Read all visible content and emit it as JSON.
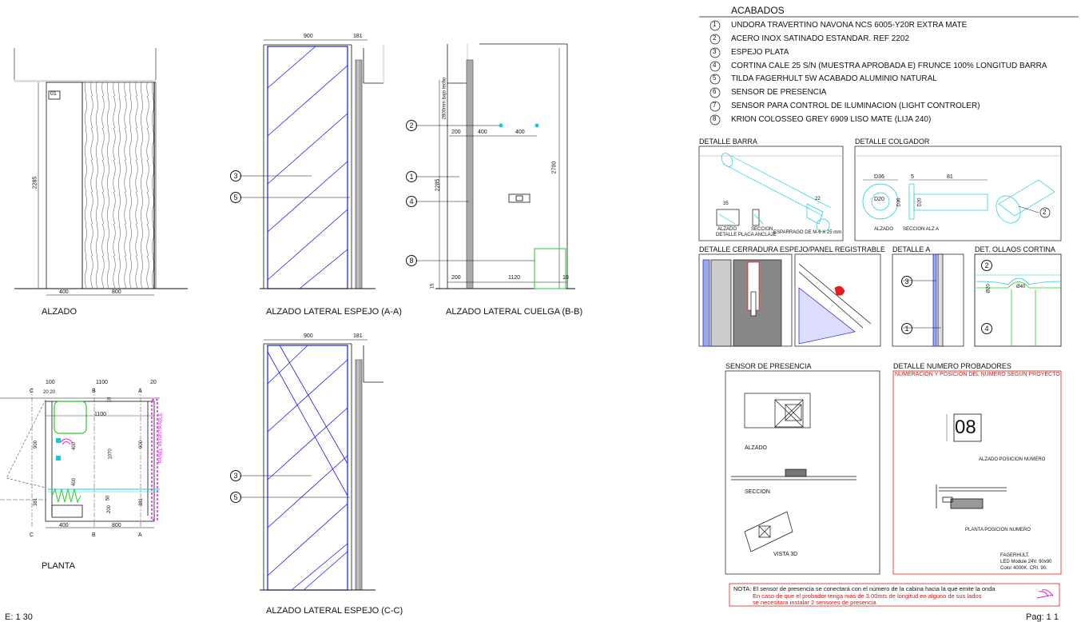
{
  "sheet": {
    "scale": "E: 1 30",
    "page": "Pag: 1 1"
  },
  "views": {
    "alzado": "ALZADO",
    "lateral_espejo_aa": "ALZADO LATERAL ESPEJO (A-A)",
    "lateral_cuelga_bb": "ALZADO LATERAL CUELGA (B-B)",
    "planta": "PLANTA",
    "lateral_espejo_cc": "ALZADO LATERAL ESPEJO (C-C)"
  },
  "dimensions": {
    "alzado": {
      "height": "2285",
      "w1": "400",
      "w2": "800",
      "tag": "01"
    },
    "aa": {
      "w1": "900",
      "w2": "181"
    },
    "bb": {
      "h1": "2285",
      "h2": "2700",
      "d200": "200",
      "d400": "400",
      "d400b": "400",
      "b200": "200",
      "b1120": "1120",
      "b10": "10",
      "b15": "15",
      "vtext": "2800mm bajo techo"
    },
    "cc": {
      "w1": "900",
      "w2": "181"
    },
    "planta": {
      "t100": "100",
      "t1100": "1100",
      "t20": "20",
      "t2020": "20 20",
      "i1100": "1100",
      "l900": "900",
      "l381": "381",
      "c400": "400",
      "c400b": "400",
      "c1070": "1070",
      "c200": "200",
      "c50": "50",
      "r900": "900",
      "r381": "381",
      "r10": "10",
      "b400": "400",
      "b800": "800",
      "secC": "C",
      "secB": "B",
      "secA": "A",
      "secCb": "C",
      "secBb": "B",
      "secAb": "A",
      "magenta": "PANEL REGISTRABLE"
    }
  },
  "acabados": {
    "title": "ACABADOS",
    "items": [
      {
        "n": "1",
        "text": "UNDORA TRAVERTINO NAVONA NCS 6005-Y20R EXTRA MATE"
      },
      {
        "n": "2",
        "text": "ACERO INOX SATINADO ESTANDAR. REF 2202"
      },
      {
        "n": "3",
        "text": "ESPEJO PLATA"
      },
      {
        "n": "4",
        "text": "CORTINA CALE 25 S/N (MUESTRA APROBADA E) FRUNCE 100% LONGITUD BARRA"
      },
      {
        "n": "5",
        "text": "TILDA FAGERHULT 5W ACABADO ALUMINIO NATURAL"
      },
      {
        "n": "6",
        "text": "SENSOR DE PRESENCIA"
      },
      {
        "n": "7",
        "text": "SENSOR PARA CONTROL DE ILUMINACION (LIGHT CONTROLER)"
      },
      {
        "n": "8",
        "text": "KRION COLOSSEO GREY 6909 LISO MATE (LIJA 240)"
      }
    ]
  },
  "details": {
    "barra": {
      "title": "DETALLE BARRA",
      "d1": "35",
      "d2": "22",
      "cap1": "ALZADO",
      "cap2": "SECCION",
      "cap3": "DETALLE PLACA ANCLAJE",
      "cap4": "ESPARRAGO DE M-6 X 25 mm"
    },
    "colgador": {
      "title": "DETALLE COLGADOR",
      "d36": "D36",
      "d5": "5",
      "d81": "81",
      "d20": "D20",
      "d36v": "D36",
      "d20v": "D20",
      "cap1": "ALZADO",
      "cap2": "SECCION ALZ A",
      "ref": "2"
    },
    "cerradura": {
      "title": "DETALLE CERRADURA ESPEJO/PANEL REGISTRABLE"
    },
    "detA": {
      "title": "DETALLE A",
      "r3": "3",
      "r1": "1"
    },
    "ollaos": {
      "title": "DET. OLLAOS CORTINA",
      "r2": "2",
      "r4": "4",
      "d1": "Ø20",
      "d2": "Ø40"
    },
    "sensor": {
      "title": "SENSOR DE PRESENCIA",
      "alz": "ALZADO",
      "sec": "SECCION",
      "v3d": "VISTA 3D"
    },
    "numero": {
      "title": "DETALLE NUMERO PROBADORES",
      "subtitle": "NUMERACION Y POSICION DEL NUMERO SEGUN PROYECTO",
      "num": "08",
      "cap1": "ALZADO POSICION NUMERO",
      "cap2": "PLANTA POSICION NUMERO",
      "spec1": "FAGERHULT.",
      "spec2": "LED Module 24V. 90x90",
      "spec3": "Color 4000K. CRI. 90."
    }
  },
  "nota": {
    "line1": "NOTA: El sensor de presencia se conectará con el número de la cabina hacia la que emite la onda",
    "line2": "En caso de que el probador tenga mas de 3.00mts de longitud en alguno de sus lados",
    "line3": "se necesitara instalar 2 sensores de presencia"
  },
  "colors": {
    "ink": "#111111",
    "blue": "#1a1ae0",
    "cyan": "#17c9d6",
    "green": "#22cc22",
    "magenta": "#e020e0",
    "red": "#e02020"
  }
}
